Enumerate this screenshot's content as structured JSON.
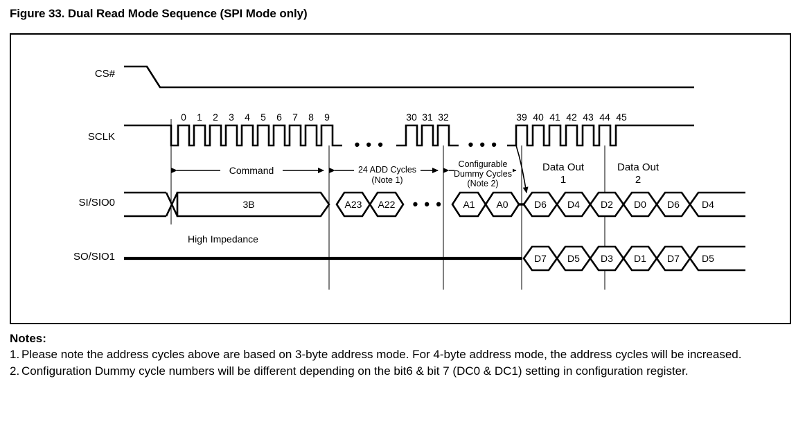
{
  "figure": {
    "title": "Figure 33. Dual Read Mode Sequence (SPI Mode only)"
  },
  "signals": {
    "cs": "CS#",
    "sclk": "SCLK",
    "sio0": "SI/SIO0",
    "sio1": "SO/SIO1"
  },
  "annotations": {
    "command": "Command",
    "add_cycles_l1": "24 ADD Cycles",
    "add_cycles_l2": "(Note 1)",
    "dummy_l1": "Configurable",
    "dummy_l2": "Dummy Cycles",
    "dummy_l3": "(Note 2)",
    "data_out_1_l1": "Data Out",
    "data_out_1_l2": "1",
    "data_out_2_l1": "Data Out",
    "data_out_2_l2": "2",
    "high_impedance": "High Impedance",
    "ellipsis": "• • •"
  },
  "clock": {
    "group1": [
      "0",
      "1",
      "2",
      "3",
      "4",
      "5",
      "6",
      "7",
      "8",
      "9"
    ],
    "group2": [
      "30",
      "31",
      "32"
    ],
    "group3": [
      "39",
      "40",
      "41",
      "42",
      "43",
      "44",
      "45"
    ]
  },
  "bus": {
    "command_value": "3B",
    "address_first": [
      "A23",
      "A22"
    ],
    "address_last": [
      "A1",
      "A0"
    ],
    "sio0_data": [
      "D6",
      "D4",
      "D2",
      "D0",
      "D6",
      "D4"
    ],
    "sio1_data": [
      "D7",
      "D5",
      "D3",
      "D1",
      "D7",
      "D5"
    ]
  },
  "notes": {
    "heading": "Notes:",
    "items": [
      {
        "num": "1.",
        "line1": "Please note the address cycles above are based on 3-byte address mode. For 4-byte address mode, the address",
        "line2": "cycles will be increased."
      },
      {
        "num": "2.",
        "line1": "Configuration Dummy cycle numbers will be different depending on the bit6 & bit 7 (DC0 & DC1) setting in",
        "line2": "configuration register."
      }
    ]
  },
  "colors": {
    "line": "#000000",
    "background": "#ffffff",
    "frame": "#000000"
  }
}
